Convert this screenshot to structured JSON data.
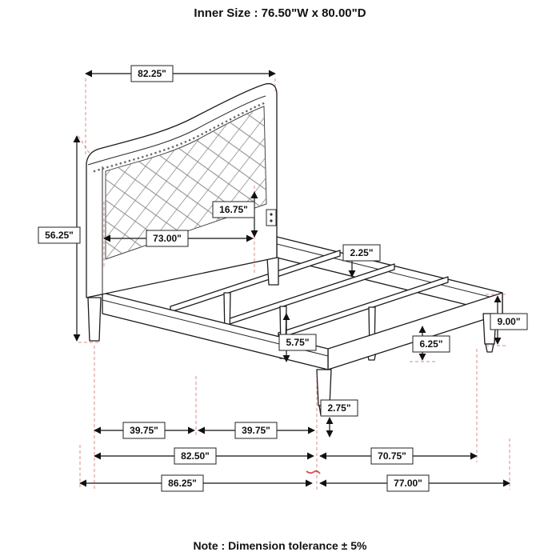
{
  "header": {
    "title": "Inner Size : 76.50\"W x 80.00\"D"
  },
  "footer": {
    "note": "Note : Dimension tolerance ± 5%"
  },
  "dims": {
    "headboard_width": "82.25\"",
    "headboard_height": "56.25\"",
    "inner_headboard_width": "73.00\"",
    "panel_height": "16.75\"",
    "slat_thickness": "2.25\"",
    "rail_height": "9.00\"",
    "rail_clearance": "6.25\"",
    "slat_clearance": "5.75\"",
    "foot_height": "2.75\"",
    "leg_spacing_a": "39.75\"",
    "leg_spacing_b": "39.75\"",
    "frame_length": "82.50\"",
    "frame_inner_length": "70.75\"",
    "overall_depth": "86.25\"",
    "base_length": "77.00\""
  }
}
